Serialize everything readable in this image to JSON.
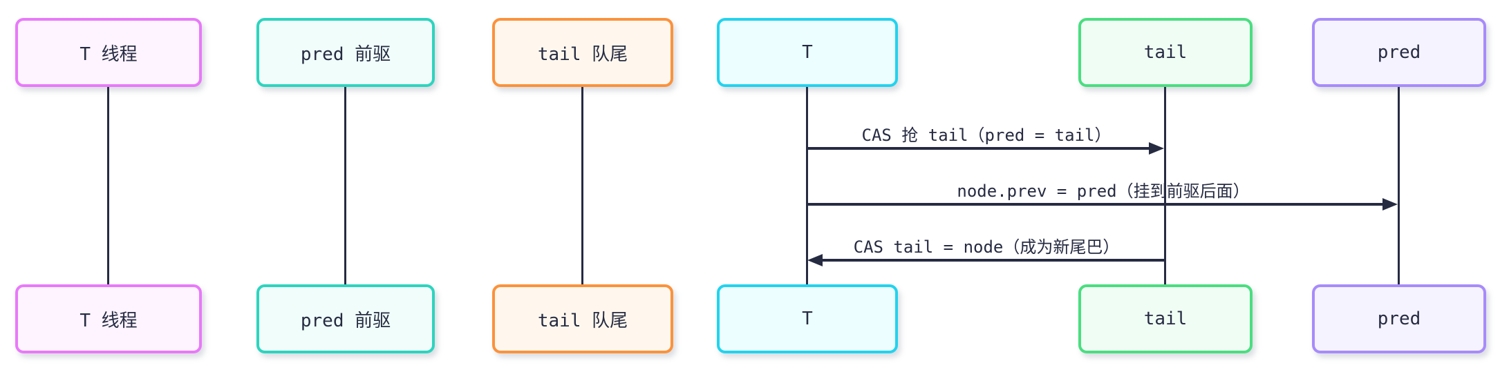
{
  "diagram": {
    "type": "sequence-diagram",
    "background_color": "#FFFFFF",
    "line_color": "#262B42",
    "text_color": "#262B42"
  },
  "participants": [
    {
      "id": "t-thread",
      "label": "T 线程",
      "border_color": "#E879F9",
      "fill_color": "#FDF4FF"
    },
    {
      "id": "pred-qianqu",
      "label": "pred 前驱",
      "border_color": "#2DD4BF",
      "fill_color": "#F0FDFA"
    },
    {
      "id": "tail-duiwei",
      "label": "tail 队尾",
      "border_color": "#FB923C",
      "fill_color": "#FFF7ED"
    },
    {
      "id": "t",
      "label": "T",
      "border_color": "#22D3EE",
      "fill_color": "#ECFEFF"
    },
    {
      "id": "tail",
      "label": "tail",
      "border_color": "#4ADE80",
      "fill_color": "#F0FDF4"
    },
    {
      "id": "pred",
      "label": "pred",
      "border_color": "#A78BFA",
      "fill_color": "#F5F3FF"
    }
  ],
  "messages": [
    {
      "label": "CAS 抢 tail（pred = tail）",
      "from": "T",
      "to": "tail",
      "direction": "right",
      "arrow_style": "solid-filled-head"
    },
    {
      "label": "node.prev = pred（挂到前驱后面）",
      "from": "T",
      "to": "pred",
      "direction": "right",
      "arrow_style": "solid-filled-head"
    },
    {
      "label": "CAS tail = node（成为新尾巴）",
      "from": "tail",
      "to": "T",
      "direction": "left",
      "arrow_style": "solid-filled-head"
    }
  ]
}
